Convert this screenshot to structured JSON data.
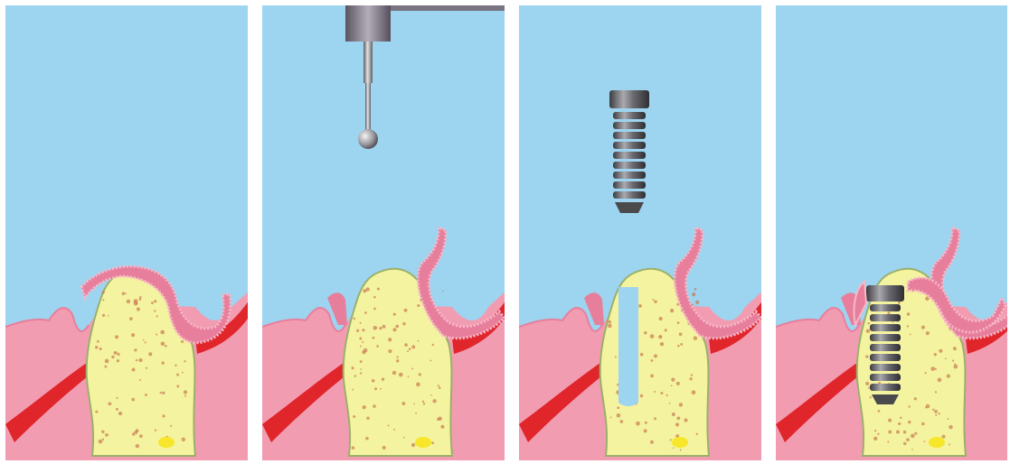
{
  "figure": {
    "colors": {
      "sky": "#9dd4f0",
      "gum": "#f29cb1",
      "gum_dark": "#e77f9c",
      "gum_ridge": "#f7b8c8",
      "artery": "#e0252b",
      "bone": "#f4f3a0",
      "bone_outline": "#9bb06a",
      "bone_speckle": "#c87a52",
      "bone_core": "#f7e62a",
      "metal_dark": "#4a4a4d",
      "metal_light": "#b7b7bc",
      "handpiece": "#7a7380"
    },
    "panels": [
      {
        "step": 1,
        "stage": "extraction-socket",
        "icons": [
          "gum-tissue",
          "alveolar-bone",
          "blood-vessel"
        ]
      },
      {
        "step": 2,
        "stage": "drilling",
        "icons": [
          "bur-drill-icon",
          "gum-flap",
          "alveolar-bone",
          "blood-vessel"
        ]
      },
      {
        "step": 3,
        "stage": "osteotomy-site",
        "icons": [
          "implant-icon",
          "gum-flap",
          "drilled-hole",
          "blood-vessel"
        ]
      },
      {
        "step": 4,
        "stage": "implant-placed",
        "icons": [
          "implant-icon",
          "gum-tissue",
          "alveolar-bone",
          "blood-vessel"
        ]
      }
    ]
  }
}
